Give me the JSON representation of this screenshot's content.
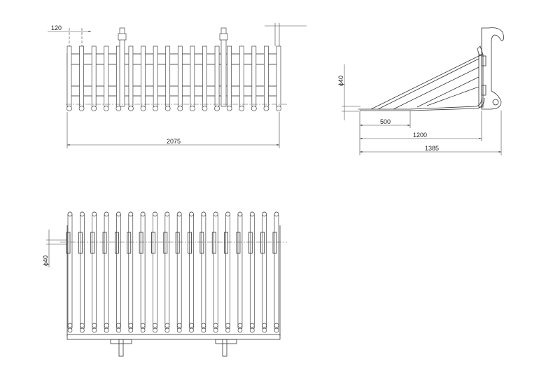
{
  "drawing": {
    "front_view": {
      "width_dim": "2075",
      "spacing_dim": "120",
      "tine_count": 18
    },
    "side_view": {
      "diameter_dim": "ϕ40",
      "dim_short": "500",
      "dim_mid": "1200",
      "dim_long": "1385"
    },
    "top_view": {
      "diameter_dim": "ϕ40",
      "tine_count": 18
    }
  }
}
